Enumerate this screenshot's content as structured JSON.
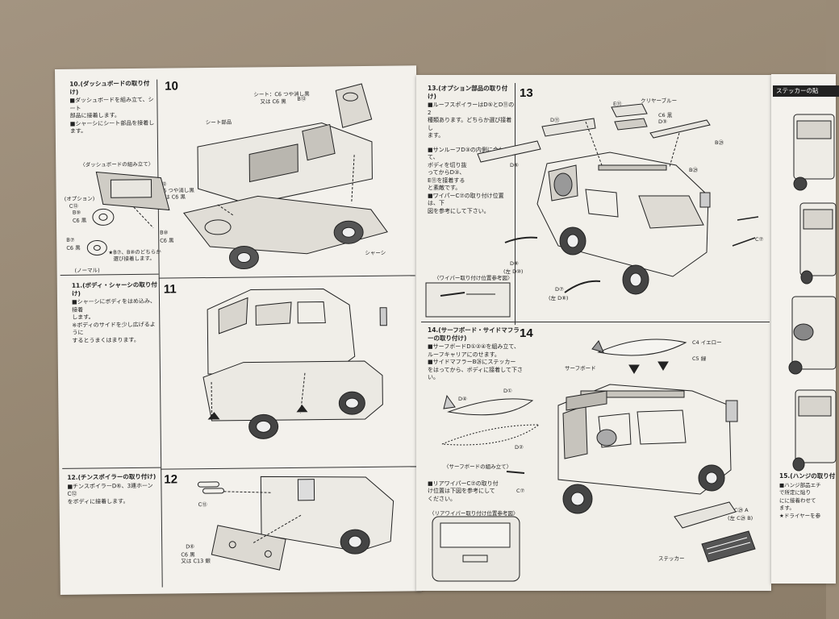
{
  "left_sheet": {
    "step10": {
      "number": "10",
      "heading": "10.(ダッシュボードの取り付け)",
      "lines": [
        "■ダッシュボードを組み立て、シート",
        "部品に接着します。",
        "■シャーシにシート部品を接着します。"
      ],
      "assembly_caption": "〈ダッシュボードの組み立て〉",
      "labels": {
        "seat": "シート：C6 つや消し黒",
        "seat_alt": "又は C6 黒",
        "b13_top": "B⑬",
        "seat_part": "シート部品",
        "b13": "B⑬",
        "b13_color": "C6 つや消し黒",
        "b13_color_alt": "又は C6 黒",
        "option": "(オプション)",
        "c13": "C⑬",
        "b9": "B⑨",
        "b9_color": "C6 黒",
        "b8": "B⑧",
        "b8_color": "C6 黒",
        "b7": "B⑦",
        "b7_color": "C6 黒",
        "choice_note": "★B⑦、B⑧のどちらか",
        "choice_note2": "選び接着します。",
        "normal": "(ノーマル)",
        "chassis": "シャーシ"
      }
    },
    "step11": {
      "number": "11",
      "heading": "11.(ボディ・シャーシの取り付け)",
      "lines": [
        "■シャーシにボディをはめ込み、接着",
        "します。",
        "※ボディのサイドを少し広げるように",
        "するとうまくはまります。"
      ]
    },
    "step12": {
      "number": "12",
      "heading": "12.(チンスポイラーの取り付け)",
      "lines": [
        "■チンスポイラーD⑥、3連ホーンC⑫",
        "をボディに接着します。"
      ],
      "labels": {
        "c12": "C⑫",
        "d6": "D⑥",
        "d6_color": "C6 黒",
        "d6_alt": "又は C13 銀"
      }
    }
  },
  "right_sheet": {
    "step13": {
      "number": "13",
      "heading": "13.(オプション部品の取り付け)",
      "lines": [
        "■ルーフスポイラーはD⑤とD⑪の2",
        "種類あります。どちらか選び接着し",
        "ます。",
        "■サンルーフD③の内側に合わせて、",
        "ボディを切り抜",
        "ってからD③、",
        "E⑪を接着する",
        "と素敵です。",
        "■ワイパーC⑦の取り付け位置は、下",
        "図を参考にして下さい。"
      ],
      "wiper_caption": "〈ワイパー取り付け位置参考図〉",
      "labels": {
        "e11": "E⑪",
        "clear_blue": "クリヤーブルー",
        "d11": "D⑪",
        "c6": "C6 黒",
        "d3": "D③",
        "b29_top": "B㉙",
        "d5": "D⑤",
        "b29": "B㉙",
        "d9": "D⑨",
        "d9_alt": "(左 D⑩)",
        "c7": "C⑦",
        "d7": "D⑦",
        "d7_alt": "(左 D⑧)"
      }
    },
    "step14": {
      "number": "14",
      "heading": "14.(サーフボード・サイドマフラーの取り付け)",
      "lines": [
        "■サーフボードD①②④を組み立て、",
        "ルーフキャリアにのせます。",
        "■サイドマフラーB㉖にステッカー",
        "をはってから、ボディに接着して下さ",
        "い。",
        "■リアワイパーC⑦の取り付",
        "け位置は下図を参考にして",
        "ください。"
      ],
      "surf_caption": "〈サーフボードの組み立て〉",
      "rear_caption": "〈リアワイパー取り付け位置参考図〉",
      "labels": {
        "yellow": "C4 イエロー",
        "green": "C5 緑",
        "surfboard": "サーフボード",
        "d4": "D④",
        "d1": "D①",
        "d2": "D②",
        "c7": "C⑦",
        "c29a": "C㉙ A",
        "c29b": "(左 C㉙ B)",
        "sticker": "ステッカー"
      }
    }
  },
  "far_sheet": {
    "title": "ステッカーの貼",
    "step15": "15.(ハンジの取り付",
    "lines": [
      "■ハンジ部品エチ",
      "で所定に貼り",
      "にに接着わせて",
      "ます。",
      "★ドライヤーを参"
    ]
  }
}
